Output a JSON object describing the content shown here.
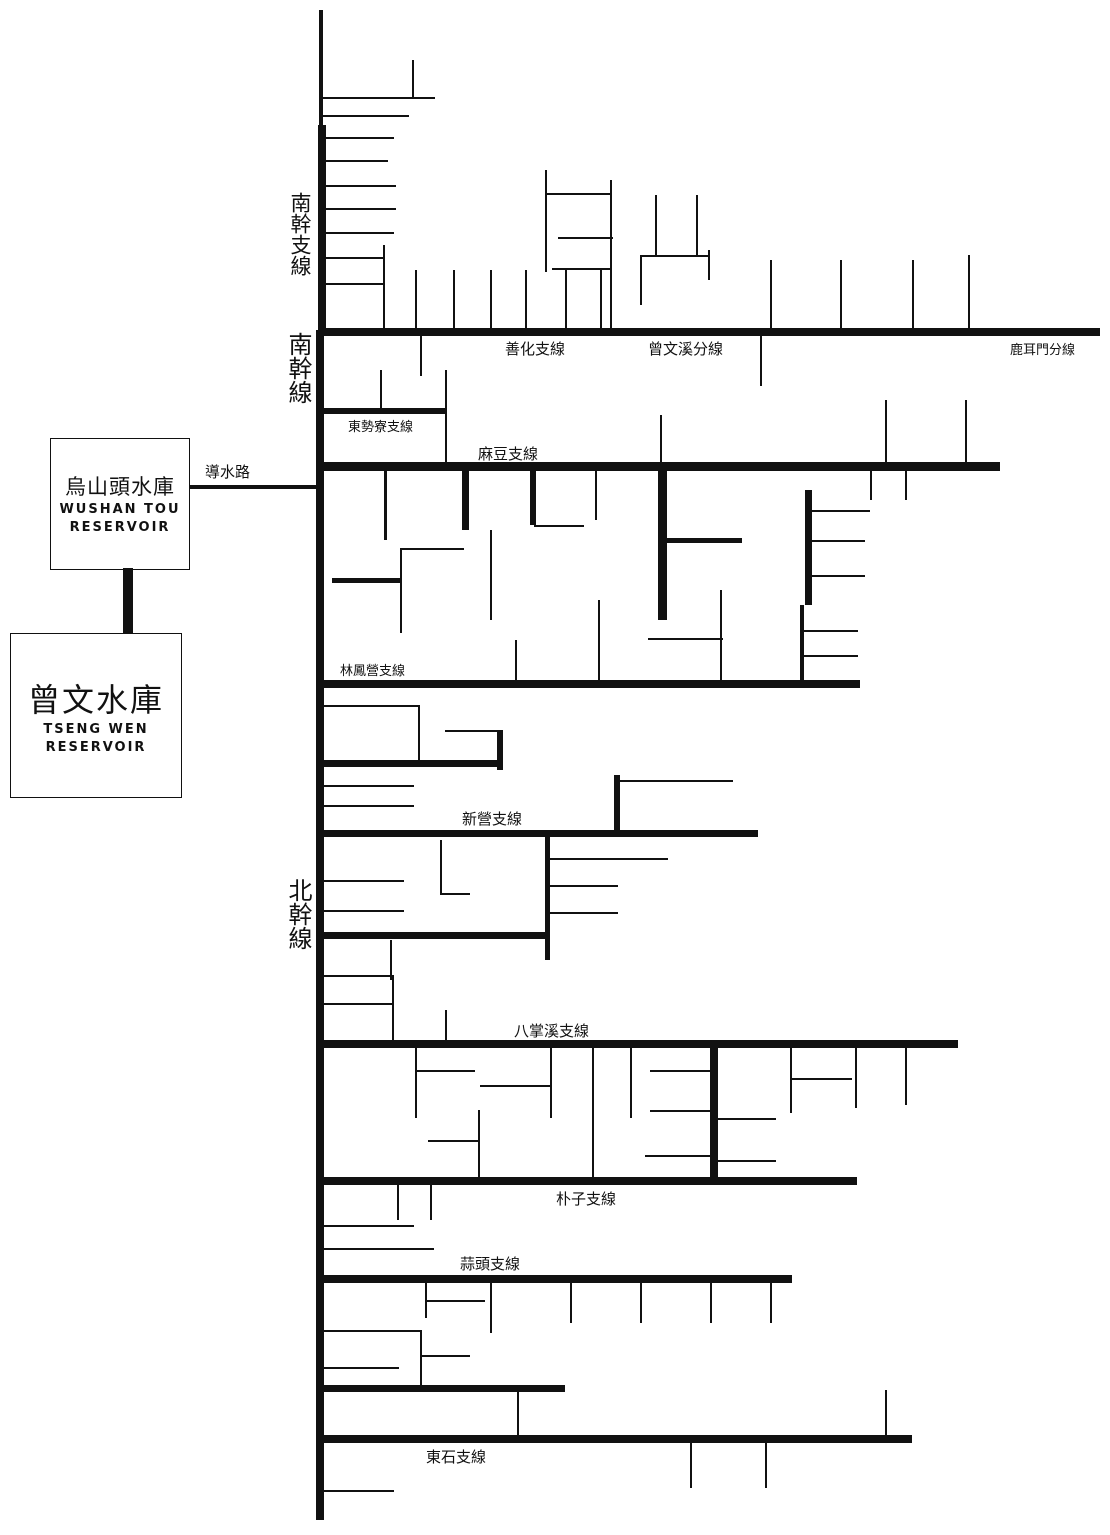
{
  "reservoirs": {
    "wushantou": {
      "zh": "烏山頭水庫",
      "en_line1": "WUSHAN TOU",
      "en_line2": "RESERVOIR"
    },
    "zengwen": {
      "zh": "曾文水庫",
      "en_line1": "TSENG WEN",
      "en_line2": "RESERVOIR"
    }
  },
  "trunks": {
    "south_branch": "南幹支線",
    "south": "南幹線",
    "north": "北幹線",
    "conduit": "導水路"
  },
  "major_lines": {
    "shanhua": "善化支線",
    "zengwenxi": "曾文溪分線",
    "luermen": "鹿耳門分線",
    "dongshi_ma": "東勢寮支線",
    "madou": "麻豆支線",
    "linfengying": "林鳳營支線",
    "xinying": "新營支線",
    "bazhangxi": "八掌溪支線",
    "puzi": "朴子支線",
    "suantou": "蒜頭支線",
    "dongshi": "東石支線"
  }
}
